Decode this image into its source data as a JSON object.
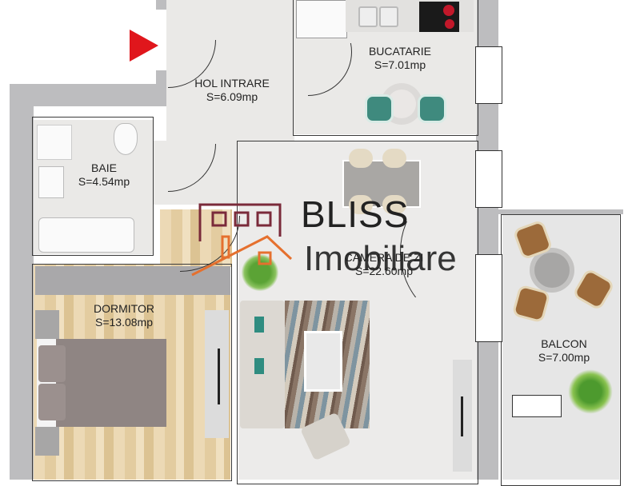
{
  "plan": {
    "entry_marker": {
      "icon": "entry-arrow-icon",
      "color": "#e0161c"
    },
    "rooms": [
      {
        "id": "hol",
        "name": "HOL INTRARE",
        "area": "S=6.09mp"
      },
      {
        "id": "bucatarie",
        "name": "BUCATARIE",
        "area": "S=7.01mp"
      },
      {
        "id": "baie",
        "name": "BAIE",
        "area": "S=4.54mp"
      },
      {
        "id": "camera",
        "name": "CAMERA DE ZI",
        "area": "S=22.60mp"
      },
      {
        "id": "dormitor",
        "name": "DORMITOR",
        "area": "S=13.08mp"
      },
      {
        "id": "balcon",
        "name": "BALCON",
        "area": "S=7.00mp"
      }
    ]
  },
  "watermark": {
    "line1": "BLISS",
    "line2": "Imobiliare",
    "colors": {
      "frame": "#7a2a3a",
      "roof": "#e5702e",
      "text": "#222222"
    }
  },
  "colors": {
    "wall": "#bdbdbf",
    "tile_floor": "#eae9e7",
    "wood_floor": "#e8d3aa",
    "balcony_floor": "#e6e6e6",
    "teal_accent": "#3f8a7e",
    "brown_chair": "#9c6a3a",
    "stove": "#1a1a1a",
    "burner": "#c2182a"
  }
}
